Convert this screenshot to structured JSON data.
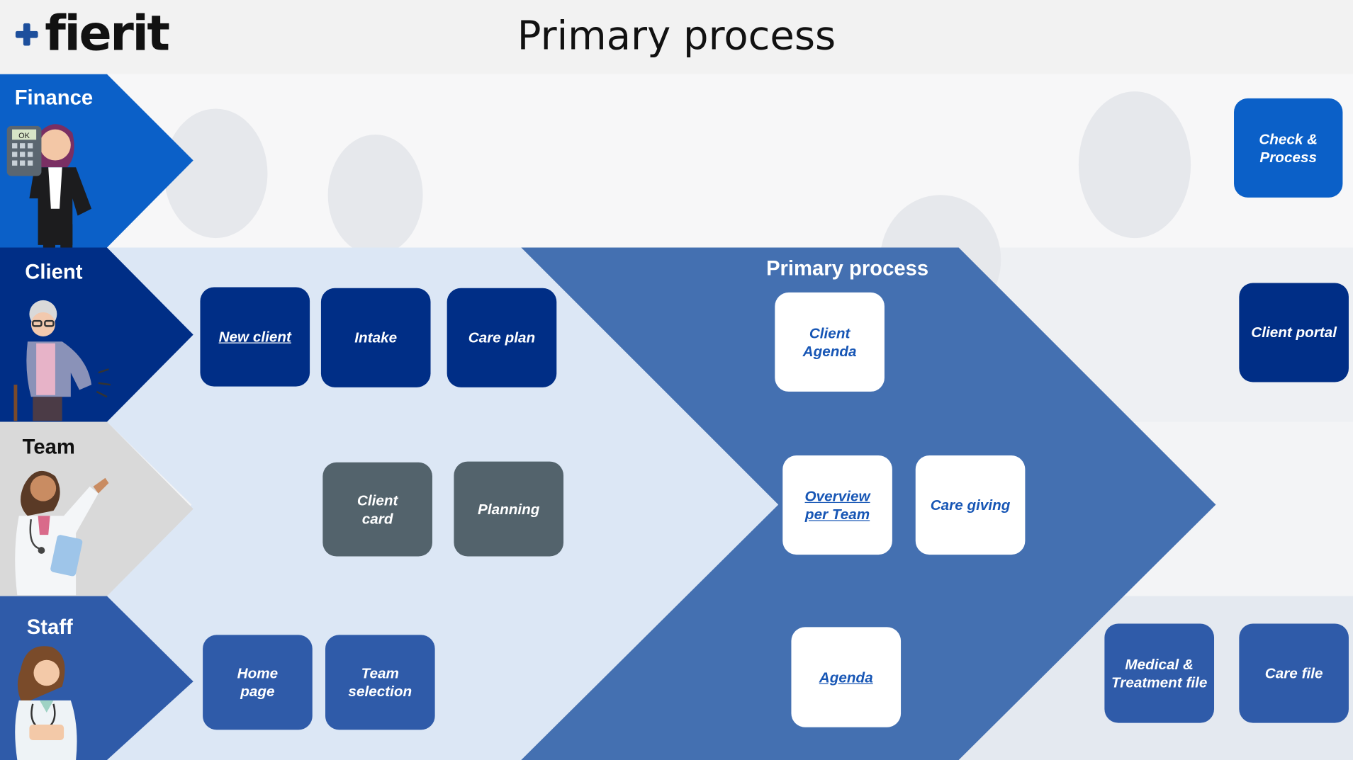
{
  "header": {
    "logo_text": "fierit",
    "title": "Primary process"
  },
  "colors": {
    "finance_lane": "#0b60c8",
    "client_lane": "#002e86",
    "team_lane": "#d9d9d9",
    "staff_lane": "#2f5ba9",
    "light_chevron": "#dce7f5",
    "main_chevron": "#4470b1",
    "box_gray": "#53636c",
    "box_white_text": "#1756b5"
  },
  "lanes": {
    "finance": {
      "label": "Finance",
      "illustration": "woman-with-calculator"
    },
    "client": {
      "label": "Client",
      "illustration": "elderly-woman-with-cane"
    },
    "team": {
      "label": "Team",
      "illustration": "doctor-with-clipboard"
    },
    "staff": {
      "label": "Staff",
      "illustration": "nurse-with-stethoscope"
    }
  },
  "chevron": {
    "title": "Primary process"
  },
  "boxes": {
    "check_process": {
      "line1": "Check &",
      "line2": "Process"
    },
    "new_client": "New client",
    "intake": "Intake",
    "care_plan": "Care plan",
    "client_agenda": {
      "line1": "Client",
      "line2": "Agenda"
    },
    "client_portal": "Client portal",
    "client_card": {
      "line1": "Client",
      "line2": "card"
    },
    "planning": "Planning",
    "overview_per_team": {
      "line1": "Overview",
      "line2": "per Team"
    },
    "care_giving": "Care giving",
    "home_page": {
      "line1": "Home",
      "line2": "page"
    },
    "team_selection": {
      "line1": "Team",
      "line2": "selection"
    },
    "agenda": "Agenda",
    "medical_treatment_file": {
      "line1": "Medical &",
      "line2": "Treatment file"
    },
    "care_file": "Care file"
  }
}
